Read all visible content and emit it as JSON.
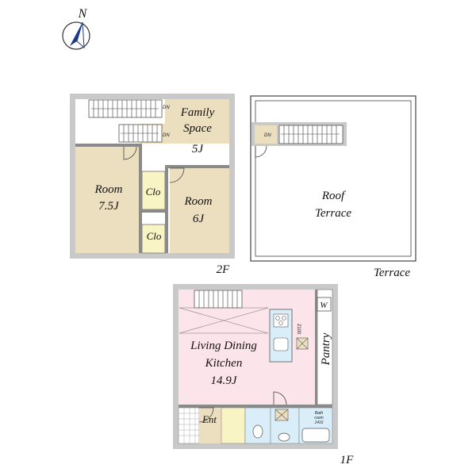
{
  "compass": {
    "north_label": "N",
    "icon": "north-arrow"
  },
  "floor2": {
    "floor_label": "2F",
    "rooms": {
      "family_space": {
        "name_line1": "Family",
        "name_line2": "Space",
        "size": "5J"
      },
      "room_left": {
        "name": "Room",
        "size": "7.5J"
      },
      "room_right": {
        "name": "Room",
        "size": "6J"
      },
      "closet_upper": {
        "name": "Clo"
      },
      "closet_lower": {
        "name": "Clo"
      }
    },
    "stair_labels": {
      "upper": "DN",
      "lower": "DN"
    }
  },
  "terrace": {
    "label": "Terrace",
    "roof_terrace": {
      "line1": "Roof",
      "line2": "Terrace"
    },
    "stair_label": "DN"
  },
  "floor1": {
    "floor_label": "1F",
    "ldk": {
      "line1": "Living Dining",
      "line2": "Kitchen",
      "size": "14.9J"
    },
    "pantry": {
      "name": "Pantry"
    },
    "washer_mark": "W",
    "kitchen_dim": "2100",
    "entrance": {
      "name": "Ent"
    },
    "bathroom": {
      "line1": "Bath",
      "line2": "room",
      "line3": "1416"
    }
  },
  "colors": {
    "wall": "#8a8a8a",
    "room_beige": "#ecdfc0",
    "closet_yellow": "#f8f4c4",
    "ldk_pink": "#fbe4ea",
    "wet_blue": "#d9eef8",
    "compass_blue": "#1d3a8a"
  }
}
